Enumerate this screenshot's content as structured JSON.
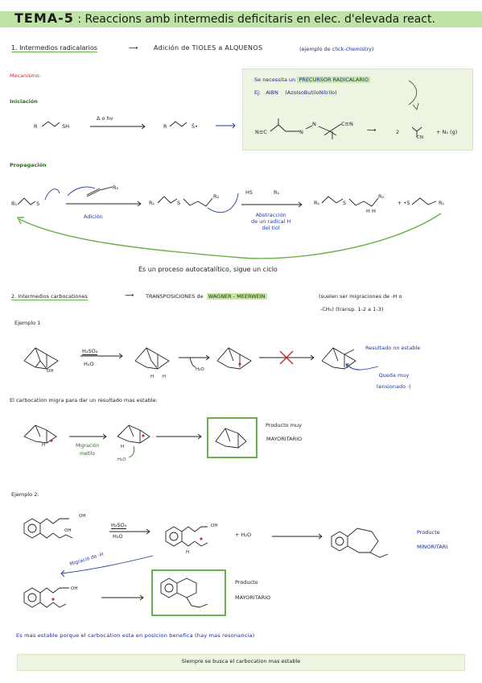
{
  "title": {
    "num": "TEMA-5",
    "rest": ": Reaccions amb intermedis deficitaris en elec. d'elevada react."
  },
  "s1": {
    "heading": "1. Intermedios radicalarios",
    "arrow_text": "Adición de TIOLES a ALQUENOS",
    "note": "(ejemplo de click-chemistry)",
    "mecanismo": "Mecanismo:",
    "iniciacion": "Iniciación",
    "init_cond": "Δ o hν",
    "r": "R",
    "sh": "SH",
    "s_rad": "S̄•",
    "precursor_1": "Se necessita un",
    "precursor_2": "PRECURSOR RADICALARIO",
    "aibn_e": "Ej:",
    "aibn": "AIBN",
    "aibn_full": "(AzoIsoButiloNitrilo)",
    "nc": "N≡C",
    "n_eq": "N",
    "cn": "C≡N",
    "arrow2": "⟶",
    "two": "2",
    "cn_sub": "CN",
    "n2": "+ N₂ (g)",
    "propagacion": "Propagación",
    "r1": "R₁",
    "r2": "R₂",
    "s": "S",
    "hs": "HS",
    "adicion": "Adición",
    "abstr_1": "Abstracción",
    "abstr_2": "de un radical H",
    "abstr_3": "del tiol",
    "h": "H",
    "plus_s": "+ •S",
    "cycle": "És un proceso autocatalítico, sigue un ciclo"
  },
  "s2": {
    "heading": "2. Intermedios carbocationes",
    "arrow_text": "TRANSPOSICIONES de",
    "wm": "WAGNER - MEERWEIN",
    "note1": "(suelen ser migraciones de -H o",
    "note2": "-CH₃) (transp. 1-2 a 1-3)",
    "ej1": "Ejemplo 1",
    "h2so4": "H₂SO₄",
    "h2o": "H₂O",
    "oh": "OH",
    "h": "H",
    "h2o_small": "H₂O",
    "no_estable": "Resultado no estable",
    "tensionado_1": "Queda muy",
    "tensionado_2": "tensionado :(",
    "migra_text": "El carbocation migra para dar un resultado mas estable:",
    "migracion_1": "Migración",
    "migracion_2": "metilo",
    "prod_1": "Producto muy",
    "prod_2": "MAYORITARIO",
    "ej2": "Ejemplo 2:",
    "plus_h2o": "+ H₂O",
    "minor_1": "Producte",
    "minor_2": "MINORITARI",
    "migr_h": "Migració de -H",
    "maj_1": "Producto",
    "maj_2": "MAYORITARIO",
    "conclusion": "Es mas estable porque el carbocation esta en posicion benefica (hay mas resonancia)",
    "footer": "Siempre se busca el carbocation mas estable"
  }
}
